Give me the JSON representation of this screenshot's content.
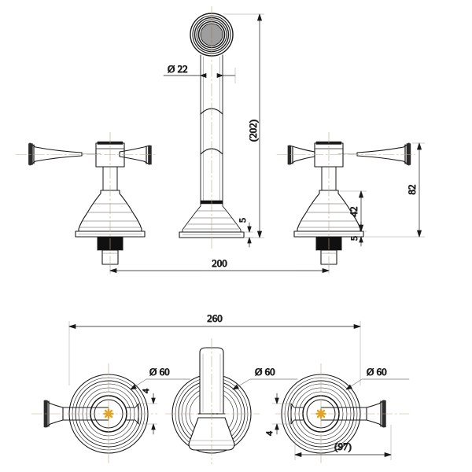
{
  "drawing": {
    "type": "technical-drawing",
    "subject": "three-piece wall mounted basin tap set",
    "background_color": "#ffffff",
    "line_color": "#1a1a1a",
    "text_color": "#3a3a3a",
    "accent_color": "#e8a317"
  },
  "views": {
    "elevation": {
      "name": "front elevation",
      "parts": [
        "left-handle",
        "spout",
        "right-handle"
      ]
    },
    "plan": {
      "name": "plan view",
      "parts": [
        "left-handle-plan",
        "spout-plan",
        "right-handle-plan"
      ]
    }
  },
  "dimensions": {
    "spout_bore_diameter": "Ø 22",
    "spout_height": "(202)",
    "handle_total_height": "82",
    "handle_body_height": "42",
    "flange_thickness_left": "5",
    "flange_thickness_right": "5",
    "handle_centres": "200",
    "overall_width": "260",
    "rosette_diameter_left": "Ø 60",
    "rosette_diameter_centre": "Ø 60",
    "rosette_diameter_right": "Ø 60",
    "projection_left": "4",
    "projection_right": "4",
    "spout_projection": "(97)"
  }
}
